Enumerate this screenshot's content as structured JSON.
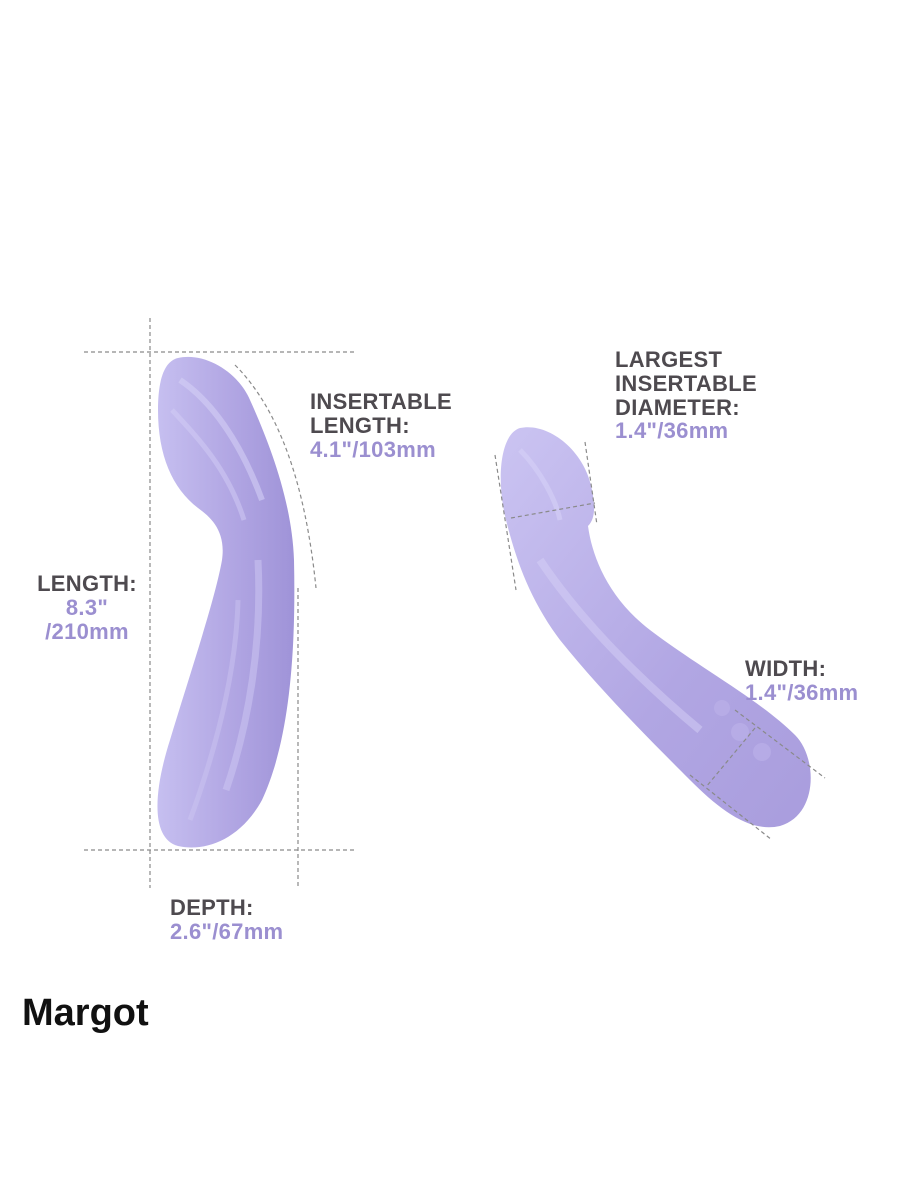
{
  "product": {
    "name": "Margot"
  },
  "colors": {
    "label_text": "#4e4a4f",
    "value_text": "#9b8fd0",
    "product_body": "#b3a9e2",
    "guide_lines": "#8a8a8a",
    "title_text": "#111111",
    "background": "#ffffff"
  },
  "dimensions": {
    "insertable_length": {
      "label": "INSERTABLE",
      "label2": "LENGTH:",
      "value": "4.1\"/103mm"
    },
    "length": {
      "label": "LENGTH:",
      "value1": "8.3\"",
      "value2": "/210mm"
    },
    "depth": {
      "label": "DEPTH:",
      "value": "2.6\"/67mm"
    },
    "largest_diameter": {
      "label1": "LARGEST",
      "label2": "INSERTABLE",
      "label3": "DIAMETER:",
      "value": "1.4\"/36mm"
    },
    "width": {
      "label": "WIDTH:",
      "value": "1.4\"/36mm"
    }
  },
  "views": {
    "left": "side-view",
    "right": "angled-view"
  }
}
